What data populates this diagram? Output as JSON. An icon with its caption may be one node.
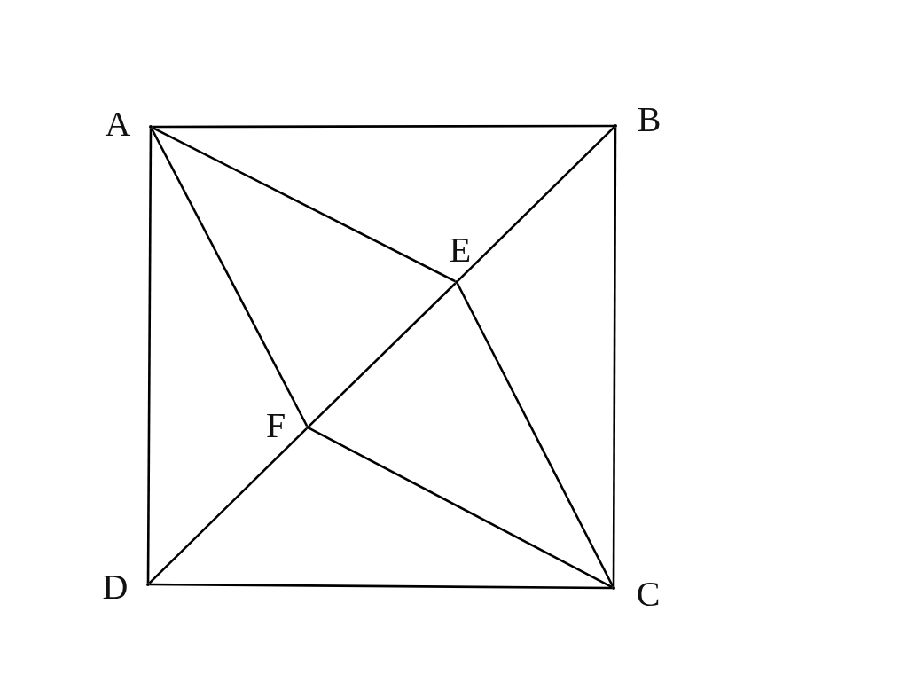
{
  "diagram": {
    "nodes": [
      {
        "text": [],
        "shape": "point",
        "beside": [
          "A"
        ]
      },
      {
        "text": [],
        "shape": "point",
        "beside": [
          "B"
        ]
      },
      {
        "text": [],
        "shape": "point",
        "beside": [
          "C"
        ]
      },
      {
        "text": [],
        "shape": "point",
        "beside": [
          "D"
        ]
      },
      {
        "text": [],
        "shape": "point",
        "beside": [
          "E"
        ]
      },
      {
        "text": [],
        "shape": "point",
        "beside": [
          "F"
        ]
      }
    ],
    "edges": [
      {
        "from": 0,
        "to": 1,
        "arrow": "none"
      },
      {
        "from": 1,
        "to": 2,
        "arrow": "none"
      },
      {
        "from": 2,
        "to": 3,
        "arrow": "none"
      },
      {
        "from": 3,
        "to": 0,
        "arrow": "none"
      },
      {
        "from": 0,
        "to": 4,
        "arrow": "none"
      },
      {
        "from": 0,
        "to": 5,
        "arrow": "none"
      },
      {
        "from": 1,
        "to": 4,
        "arrow": "none"
      },
      {
        "from": 4,
        "to": 5,
        "arrow": "none"
      },
      {
        "from": 5,
        "to": 3,
        "arrow": "none"
      },
      {
        "from": 4,
        "to": 2,
        "arrow": "none"
      },
      {
        "from": 5,
        "to": 2,
        "arrow": "none"
      }
    ]
  }
}
